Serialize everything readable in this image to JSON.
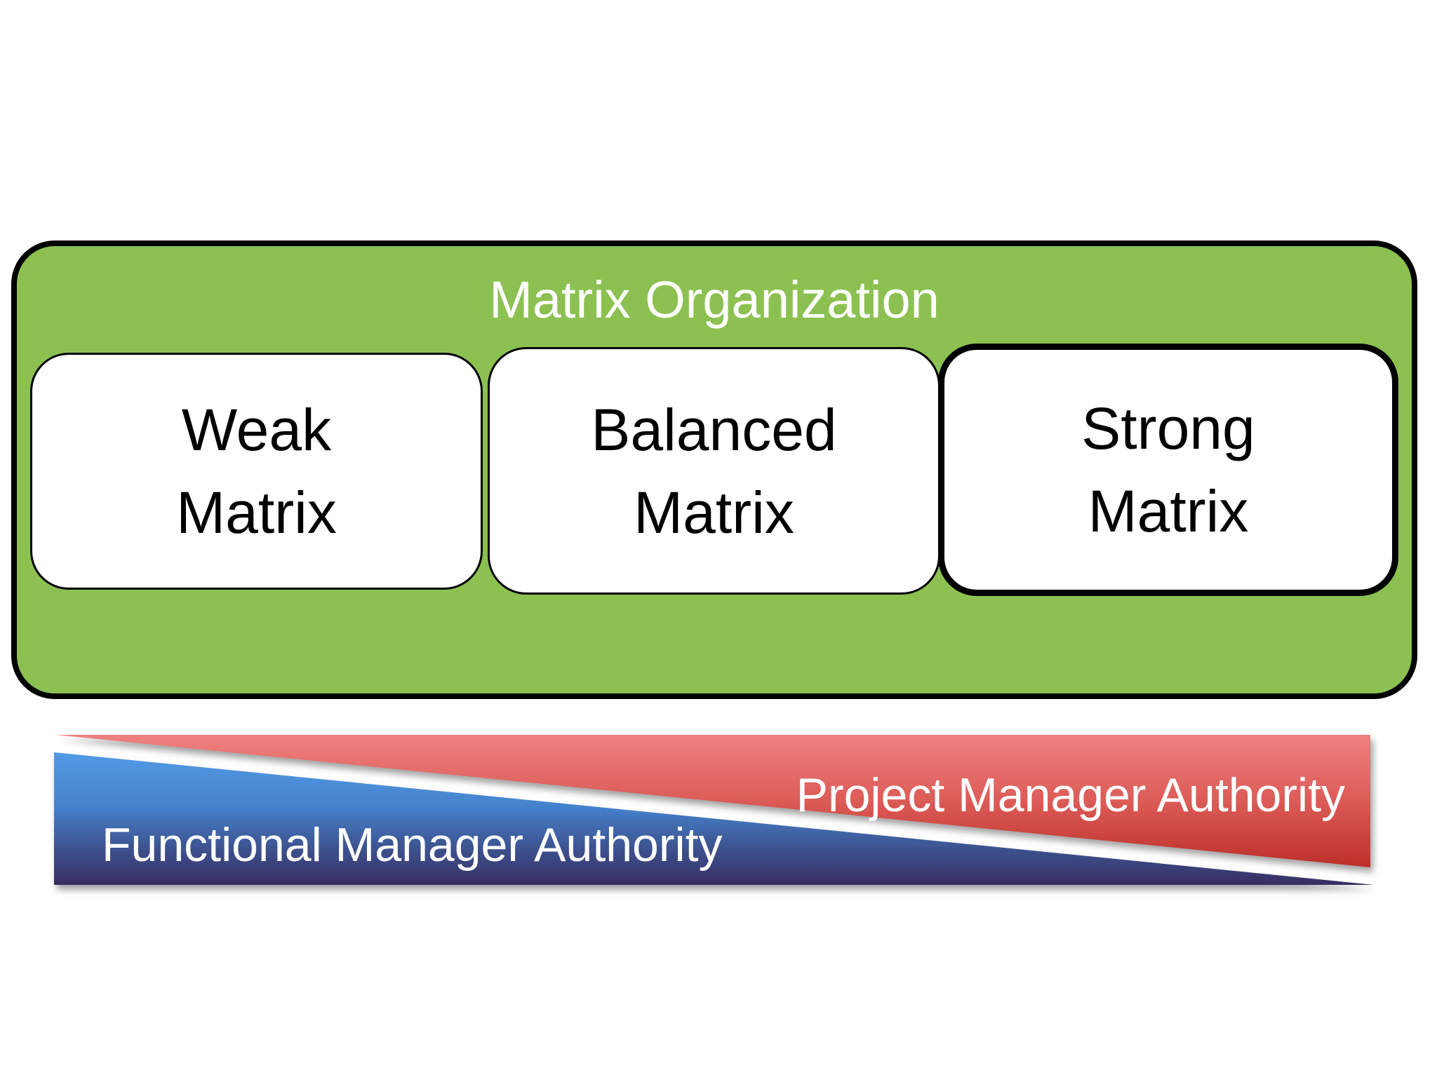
{
  "diagram": {
    "title": "Matrix Organization",
    "boxes": [
      {
        "line1": "Weak",
        "line2": "Matrix",
        "emphasized": false
      },
      {
        "line1": "Balanced",
        "line2": "Matrix",
        "emphasized": false
      },
      {
        "line1": "Strong",
        "line2": "Matrix",
        "emphasized": true
      }
    ],
    "wedges": {
      "functional": {
        "label": "Functional Manager Authority"
      },
      "project": {
        "label": "Project Manager Authority"
      }
    },
    "colors": {
      "container_fill": "#8CC152",
      "container_border": "#000000",
      "box_fill": "#FFFFFF",
      "box_border": "#000000",
      "title_text": "#FFFFFF",
      "box_text": "#000000",
      "wedge_text": "#FFFFFF",
      "project_wedge_top": "#EE8181",
      "project_wedge_bottom": "#BD2F29",
      "functional_wedge_top": "#529AE4",
      "functional_wedge_bottom": "#382E62"
    }
  }
}
